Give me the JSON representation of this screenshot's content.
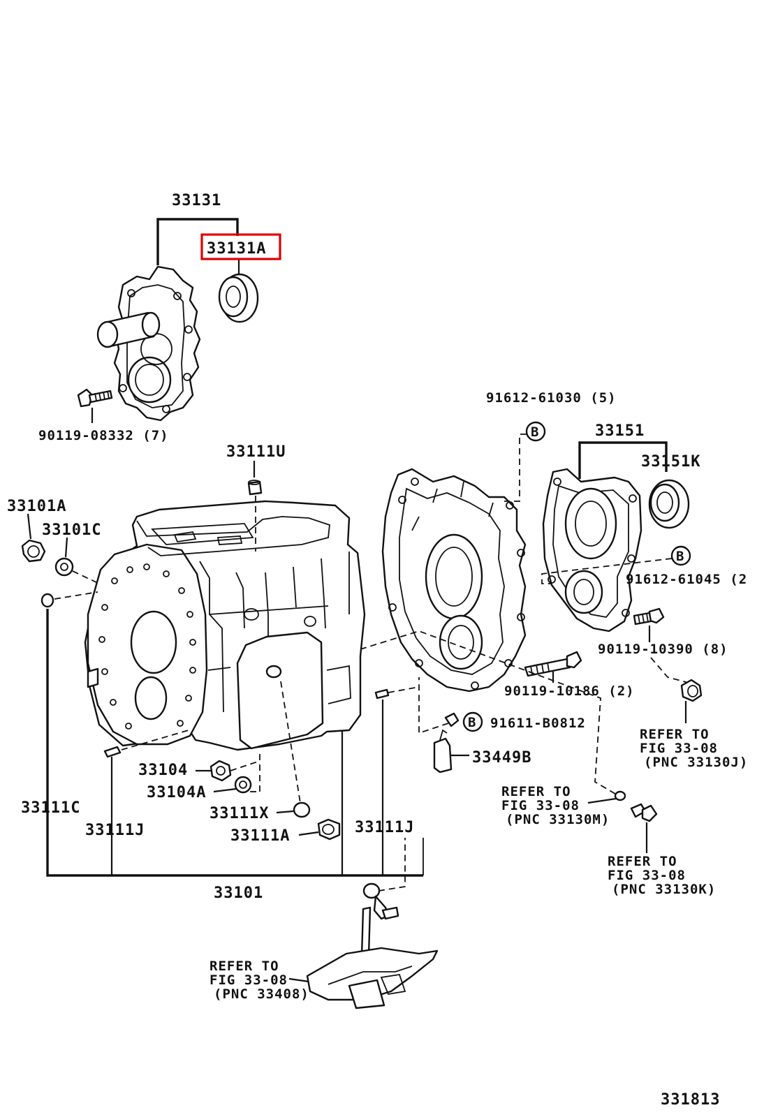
{
  "page_id": "331813",
  "highlight_color": "#e00000",
  "labels": {
    "p33131": "33131",
    "p33131A": "33131A",
    "p90119_08332": "90119-08332 (7)",
    "p91612_61030": "91612-61030 (5)",
    "b1": "B",
    "p33151": "33151",
    "p33151K": "33151K",
    "p33111U": "33111U",
    "p33101A": "33101A",
    "p33101C": "33101C",
    "b2": "B",
    "p91612_61045": "91612-61045 (2",
    "p90119_10390": "90119-10390 (8)",
    "p90119_10186": "90119-10186 (2)",
    "b3": "B",
    "p91611_B0812": "91611-B0812",
    "p33449B": "33449B",
    "p33104": "33104",
    "p33104A": "33104A",
    "p33111X": "33111X",
    "p33111A": "33111A",
    "p33111C": "33111C",
    "p33111J_left": "33111J",
    "p33111J_right": "33111J",
    "p33101": "33101"
  },
  "references": {
    "ref_33130J": {
      "line1": "REFER TO",
      "line2": "FIG 33-08",
      "line3": "(PNC 33130J)"
    },
    "ref_33130M": {
      "line1": "REFER TO",
      "line2": "FIG 33-08",
      "line3": "(PNC 33130M)"
    },
    "ref_33130K": {
      "line1": "REFER TO",
      "line2": "FIG 33-08",
      "line3": "(PNC 33130K)"
    },
    "ref_33408": {
      "line1": "REFER TO",
      "line2": "FIG 33-08",
      "line3": "(PNC 33408)"
    }
  }
}
